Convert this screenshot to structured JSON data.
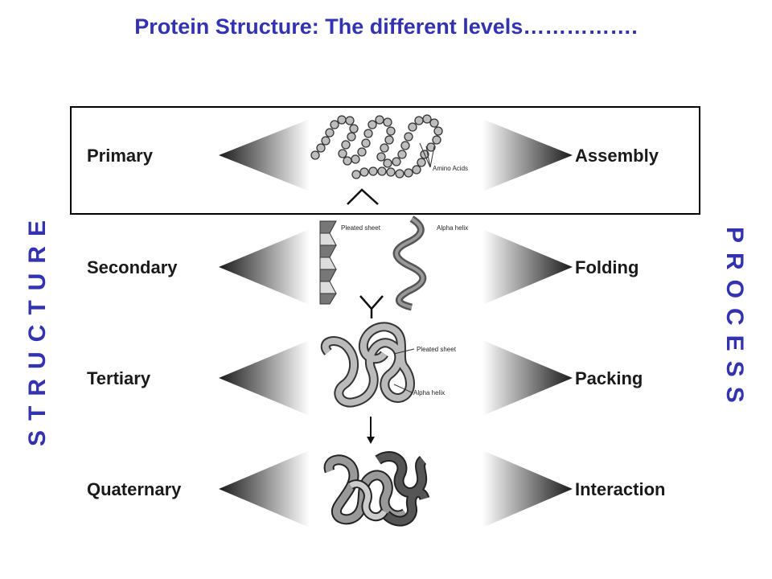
{
  "title": "Protein Structure: The different levels…………….",
  "structure_label": "STRUCTURE",
  "process_label": "PROCESS",
  "levels": [
    {
      "structure": "Primary",
      "process": "Assembly"
    },
    {
      "structure": "Secondary",
      "process": "Folding"
    },
    {
      "structure": "Tertiary",
      "process": "Packing"
    },
    {
      "structure": "Quaternary",
      "process": "Interaction"
    }
  ],
  "annotations": {
    "amino_acids": "Amino Acids",
    "pleated_sheet": "Pleated sheet",
    "alpha_helix": "Alpha helix",
    "pleated_sheet_2": "Pleated sheet",
    "alpha_helix_2": "Alpha helix"
  }
}
